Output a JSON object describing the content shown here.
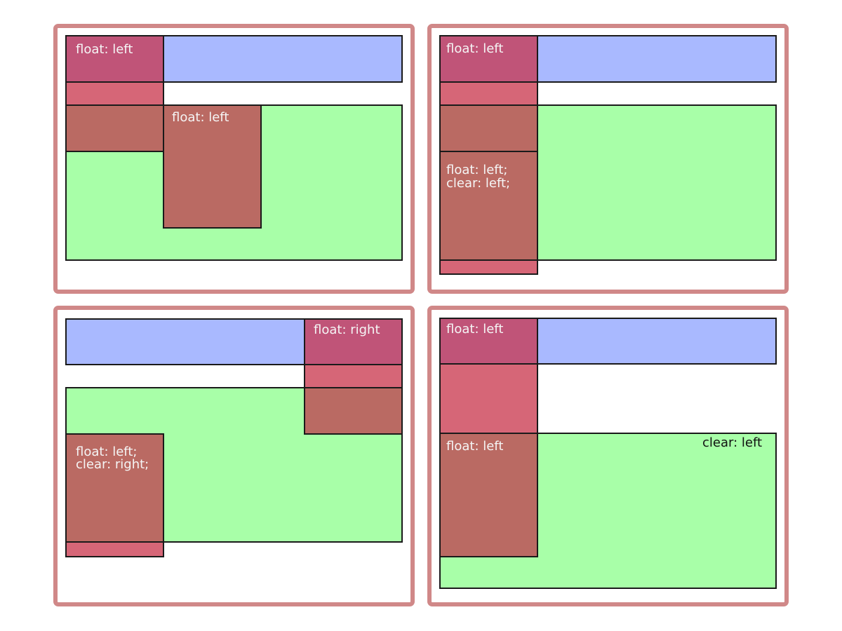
{
  "colors": {
    "frame": "#d08888",
    "block_blue": "#a9b9ff",
    "block_green": "#a8ffa8",
    "float_pink": "#d66677",
    "float_over_blue": "#c05478",
    "float_over_green": "#ba6a63",
    "label_light": "#f5f5f5",
    "label_dark": "#111111"
  },
  "panels": [
    {
      "float_a_label": "float: left",
      "float_b_label": "float: left"
    },
    {
      "float_a_label": "float: left",
      "float_b_label_lines": [
        "float: left;",
        "clear: left;"
      ]
    },
    {
      "float_a_label": "float: right",
      "float_b_label_lines": [
        "float: left;",
        "clear: right;"
      ]
    },
    {
      "float_a_label": "float: left",
      "float_b_label": "float: left",
      "block_label": "clear: left"
    }
  ]
}
